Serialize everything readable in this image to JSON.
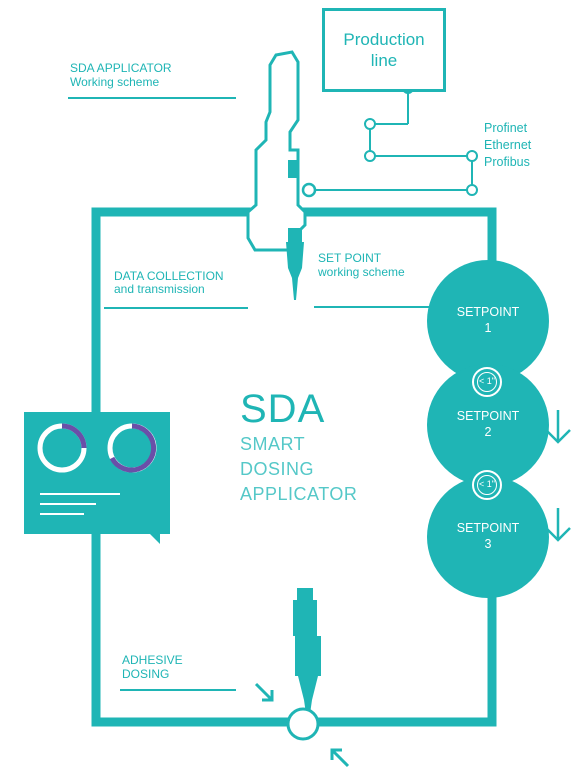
{
  "production_line": {
    "line1": "Production",
    "line2": "line"
  },
  "protocols": [
    "Profinet",
    "Ethernet",
    "Profibus"
  ],
  "applicator": {
    "title": "SDA APPLICATOR",
    "subtitle": "Working scheme"
  },
  "set_point": {
    "title": "SET POINT",
    "subtitle": "working scheme"
  },
  "data_collection": {
    "title": "DATA COLLECTION",
    "subtitle": "and transmission"
  },
  "sda": {
    "title": "SDA",
    "line1": "SMART",
    "line2": "DOSING",
    "line3": "APPLICATOR"
  },
  "setpoints": [
    {
      "label": "SETPOINT",
      "number": "1"
    },
    {
      "label": "SETPOINT",
      "number": "2"
    },
    {
      "label": "SETPOINT",
      "number": "3"
    }
  ],
  "timers": [
    "< 1\"",
    "< 1\""
  ],
  "adhesive": {
    "line1": "ADHESIVE",
    "line2": "DOSING"
  },
  "colors": {
    "teal": "#1fb5b5",
    "purple": "#6a4fa8",
    "white": "#ffffff"
  }
}
